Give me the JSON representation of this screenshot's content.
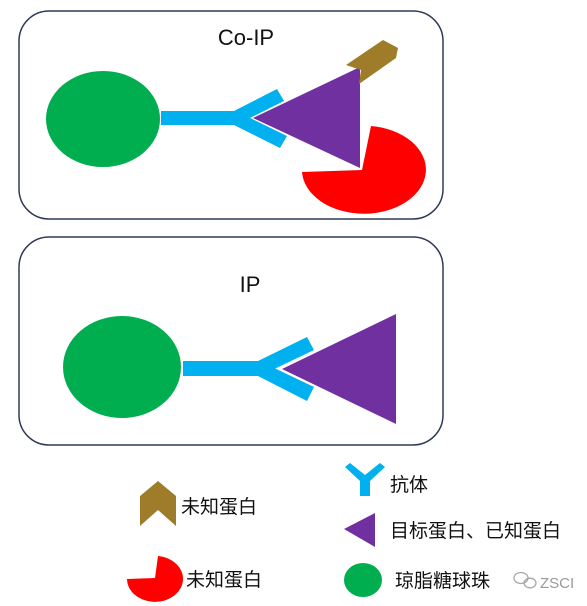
{
  "panels": {
    "coip": {
      "title": "Co-IP"
    },
    "ip": {
      "title": "IP"
    }
  },
  "legend": {
    "unknown_protein_brown": "未知蛋白",
    "unknown_protein_red": "未知蛋白",
    "antibody": "抗体",
    "target_protein": "目标蛋白、已知蛋白",
    "agarose_bead": "琼脂糖球珠"
  },
  "watermark": {
    "text": "ZSCI",
    "icon": "wechat-icon"
  },
  "colors": {
    "bead": "#00AE4F",
    "antibody": "#00B0EF",
    "target": "#7030A0",
    "unknown_brown": "#9E7C2A",
    "unknown_red": "#FF0000",
    "panel_border": "#2F3A57"
  }
}
